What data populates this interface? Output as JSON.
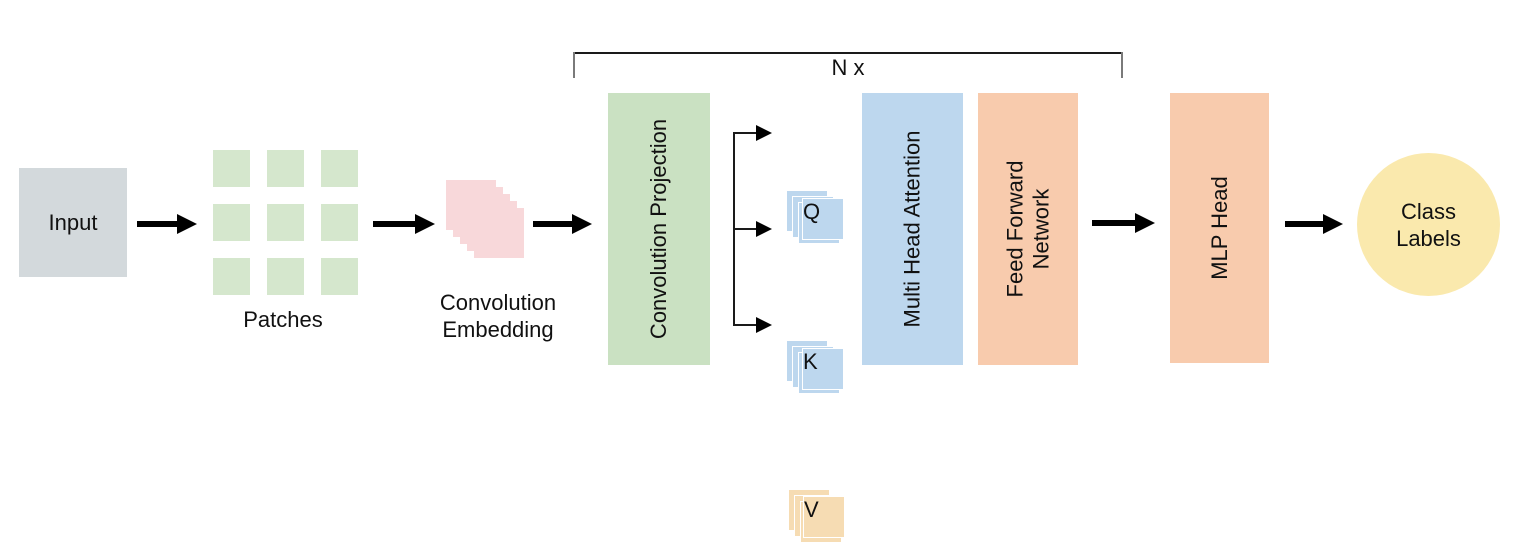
{
  "diagram": {
    "background": "#ffffff",
    "arrow_color": "#000000",
    "repeat_bracket": {
      "label": "N x"
    },
    "nodes": {
      "input": {
        "label": "Input",
        "color": "#d3d9dc",
        "shape": "square"
      },
      "patches": {
        "label": "Patches",
        "color": "#d5e7cd",
        "shape": "grid-3x3"
      },
      "conv_embedding": {
        "label": "Convolution Embedding",
        "line1": "Convolution",
        "line2": "Embedding",
        "color": "#f8d8da",
        "shape": "stacked-squares-5"
      },
      "conv_projection": {
        "label": "Convolution Projection",
        "color": "#cae1c2",
        "shape": "vertical-box"
      },
      "q": {
        "label": "Q",
        "color": "#bdd7ee",
        "shape": "stacked-squares-3"
      },
      "k": {
        "label": "K",
        "color": "#bdd7ee",
        "shape": "stacked-squares-3"
      },
      "v": {
        "label": "V",
        "color": "#f6dcb3",
        "shape": "stacked-squares-3"
      },
      "multi_head_attention": {
        "label": "Multi Head Attention",
        "color": "#bdd7ee",
        "shape": "vertical-box"
      },
      "feed_forward": {
        "label": "Feed Forward Network",
        "line1": "Feed Forward",
        "line2": "Network",
        "color": "#f8cbad",
        "shape": "vertical-box"
      },
      "mlp_head": {
        "label": "MLP Head",
        "color": "#f8cbad",
        "shape": "vertical-box"
      },
      "class_labels": {
        "label": "Class Labels",
        "line1": "Class",
        "line2": "Labels",
        "color": "#fae9ad",
        "shape": "circle"
      }
    },
    "edges": [
      "input -> patches",
      "patches -> conv_embedding",
      "conv_embedding -> conv_projection",
      "conv_projection -> q",
      "conv_projection -> k",
      "conv_projection -> v",
      "feed_forward -> mlp_head",
      "mlp_head -> class_labels"
    ]
  }
}
